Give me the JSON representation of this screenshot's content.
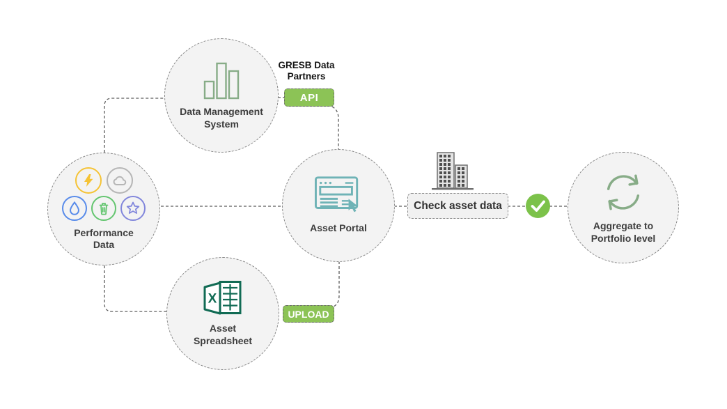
{
  "colors": {
    "node_fill": "#F3F3F3",
    "node_border": "#858585",
    "connector": "#5C5C5C",
    "accent_green": "#8CC356",
    "check_green": "#7CC24A",
    "sage_green": "#87AC87",
    "portal_teal": "#6FB3B6",
    "excel_green": "#116B54",
    "energy_yellow": "#F5C335",
    "ghg_gray": "#B5B5B5",
    "water_blue": "#588BEA",
    "waste_green": "#63C56F",
    "star_purple": "#8287DC",
    "building_gray": "#6E6E6E",
    "text_dark": "#3D3D3D",
    "label_black": "#141414",
    "badge_text": "#FFFFFF"
  },
  "nodes": {
    "performance_data": {
      "label": "Performance Data",
      "icon": "performance-icon-cluster"
    },
    "data_management_system": {
      "label": "Data Management System",
      "icon": "bar-chart-icon"
    },
    "asset_spreadsheet": {
      "label": "Asset Spreadsheet",
      "icon": "excel-spreadsheet-icon"
    },
    "asset_portal": {
      "label": "Asset Portal",
      "icon": "browser-cursor-icon"
    },
    "aggregate_portfolio": {
      "label": "Aggregate to Portfolio level",
      "icon": "refresh-cycle-icon"
    }
  },
  "performance_icons": [
    "lightning-icon",
    "cloud-icon",
    "water-drop-icon",
    "trash-bin-icon",
    "star-icon"
  ],
  "annotations": {
    "gresb_data_partners": "GRESB Data Partners"
  },
  "badges": {
    "api": "API",
    "upload": "UPLOAD"
  },
  "steps": {
    "check_asset_data": "Check asset data",
    "check_icon": "checkmark-icon",
    "building_icon": "building-icon"
  }
}
